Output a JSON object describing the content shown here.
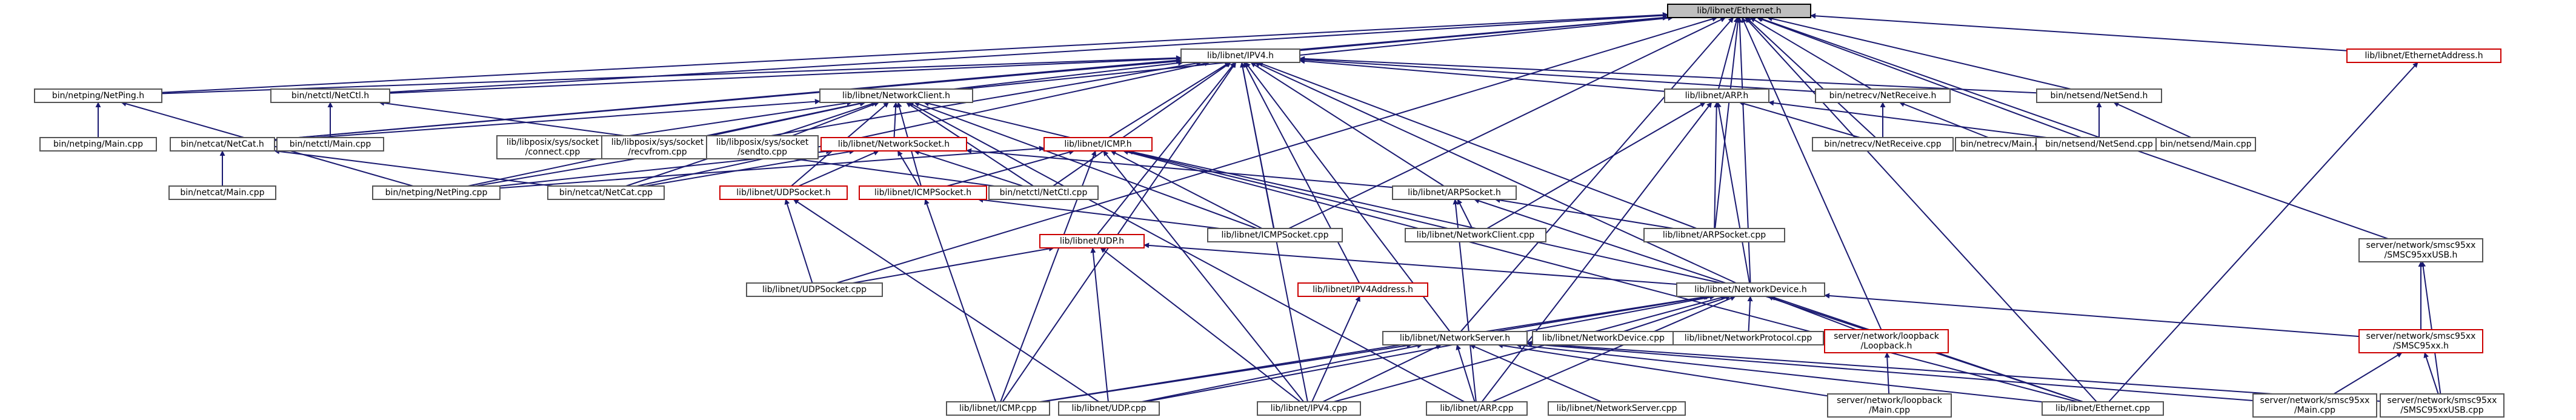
{
  "colors": {
    "edge": "#191970",
    "node_border": "#555555",
    "node_border_incomplete": "#cc0000",
    "root_fill": "#bfbfbf"
  },
  "nodes": {
    "n_ethernet_h": "lib/libnet/Ethernet.h",
    "n_ipv4_h": "lib/libnet/IPV4.h",
    "n_ethaddr_h": "lib/libnet/EthernetAddress.h",
    "n_netping_h": "bin/netping/NetPing.h",
    "n_netctl_h": "bin/netctl/NetCtl.h",
    "n_netclient_h": "lib/libnet/NetworkClient.h",
    "n_arp_h": "lib/libnet/ARP.h",
    "n_netrecv_h": "bin/netrecv/NetReceive.h",
    "n_netsend_h": "bin/netsend/NetSend.h",
    "n_netping_main": "bin/netping/Main.cpp",
    "n_netcat_h": "bin/netcat/NetCat.h",
    "n_netctl_main": "bin/netctl/Main.cpp",
    "n_sock_connect": "lib/libposix/sys/socket\n/connect.cpp",
    "n_sock_recvfrom": "lib/libposix/sys/socket\n/recvfrom.cpp",
    "n_sock_sendto": "lib/libposix/sys/socket\n/sendto.cpp",
    "n_netsocket_h": "lib/libnet/NetworkSocket.h",
    "n_icmp_h": "lib/libnet/ICMP.h",
    "n_netrecv_cpp": "bin/netrecv/NetReceive.cpp",
    "n_netrecv_main": "bin/netrecv/Main.cpp",
    "n_netsend_cpp": "bin/netsend/NetSend.cpp",
    "n_netsend_main": "bin/netsend/Main.cpp",
    "n_netcat_main": "bin/netcat/Main.cpp",
    "n_netping_cpp": "bin/netping/NetPing.cpp",
    "n_netcat_cpp": "bin/netcat/NetCat.cpp",
    "n_udpsocket_h": "lib/libnet/UDPSocket.h",
    "n_icmpsocket_h": "lib/libnet/ICMPSocket.h",
    "n_netctl_cpp": "bin/netctl/NetCtl.cpp",
    "n_arpsocket_h": "lib/libnet/ARPSocket.h",
    "n_icmpsocket_cpp": "lib/libnet/ICMPSocket.cpp",
    "n_netclient_cpp": "lib/libnet/NetworkClient.cpp",
    "n_arpsocket_cpp": "lib/libnet/ARPSocket.cpp",
    "n_udp_h": "lib/libnet/UDP.h",
    "n_smsc_usb_h": "server/network/smsc95xx\n/SMSC95xxUSB.h",
    "n_udpsocket_cpp": "lib/libnet/UDPSocket.cpp",
    "n_ipv4addr_h": "lib/libnet/IPV4Address.h",
    "n_netdevice_h": "lib/libnet/NetworkDevice.h",
    "n_netserver_h": "lib/libnet/NetworkServer.h",
    "n_netdevice_cpp": "lib/libnet/NetworkDevice.cpp",
    "n_netprotocol_cpp": "lib/libnet/NetworkProtocol.cpp",
    "n_loopback_h": "server/network/loopback\n/Loopback.h",
    "n_smsc_h": "server/network/smsc95xx\n/SMSC95xx.h",
    "n_icmp_cpp": "lib/libnet/ICMP.cpp",
    "n_udp_cpp": "lib/libnet/UDP.cpp",
    "n_ipv4_cpp": "lib/libnet/IPV4.cpp",
    "n_arp_cpp": "lib/libnet/ARP.cpp",
    "n_netserver_cpp": "lib/libnet/NetworkServer.cpp",
    "n_loopback_main": "server/network/loopback\n/Main.cpp",
    "n_ethernet_cpp": "lib/libnet/Ethernet.cpp",
    "n_smsc_main": "server/network/smsc95xx\n/Main.cpp",
    "n_smsc_usb_cpp": "server/network/smsc95xx\n/SMSC95xxUSB.cpp"
  }
}
